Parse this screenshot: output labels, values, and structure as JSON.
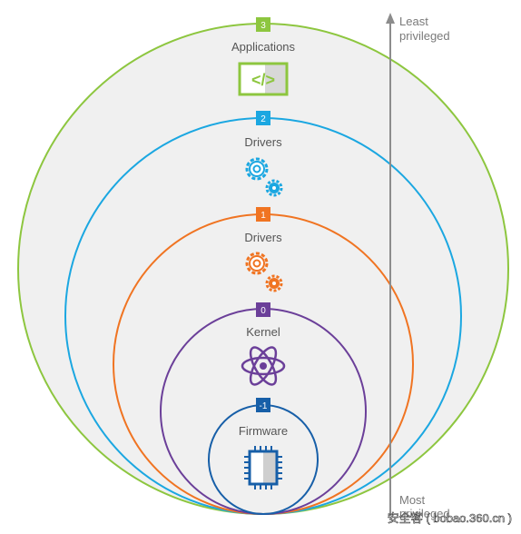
{
  "rings": [
    {
      "number": "3",
      "label": "Applications",
      "color": "#8dc63f",
      "icon": "code-brackets-icon"
    },
    {
      "number": "2",
      "label": "Drivers",
      "color": "#1ba7e1",
      "icon": "gears-icon"
    },
    {
      "number": "1",
      "label": "Drivers",
      "color": "#f07422",
      "icon": "gears-icon"
    },
    {
      "number": "0",
      "label": "Kernel",
      "color": "#6b3f99",
      "icon": "atom-icon"
    },
    {
      "number": "-1",
      "label": "Firmware",
      "color": "#175fa8",
      "icon": "chip-icon"
    }
  ],
  "axis": {
    "top_label_line1": "Least",
    "top_label_line2": "privileged",
    "bottom_label_line1": "Most",
    "bottom_label_line2": "privileged",
    "color": "#8c8c8c"
  },
  "watermark": "安全客 ( bobao.360.cn )",
  "fill_color": "#f0f0f0",
  "code_icon_text": "</>"
}
